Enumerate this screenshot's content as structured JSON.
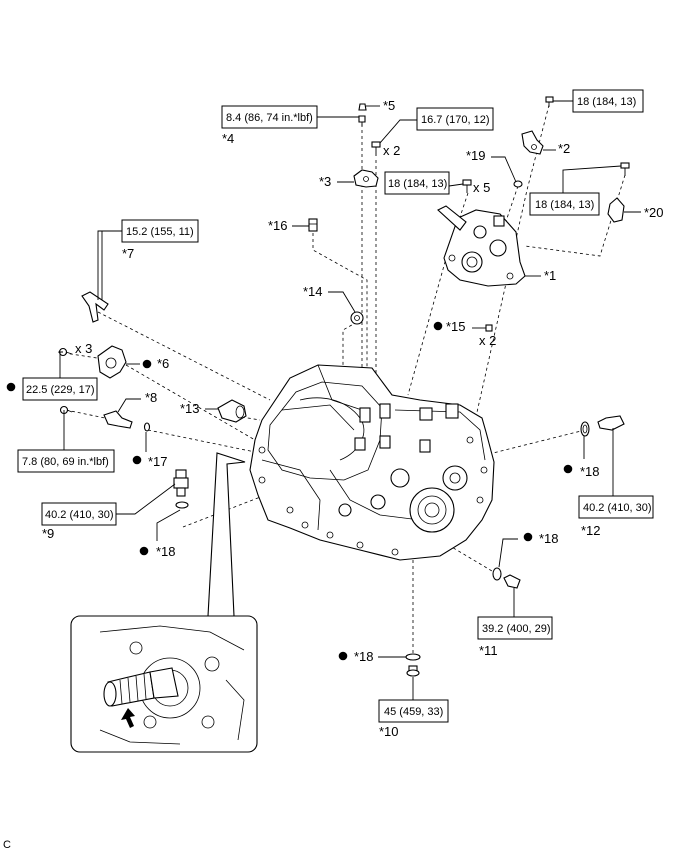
{
  "torques": {
    "t5": "8.4 (86, 74 in.*lbf)",
    "t_top_mid": "16.7 (170, 12)",
    "t_top_right": "18 (184, 13)",
    "t_bolt5": "18 (184, 13)",
    "t_right_mid": "18 (184, 13)",
    "t7": "15.2 (155, 11)",
    "t6": "22.5 (229, 17)",
    "t8": "7.8 (80, 69 in.*lbf)",
    "t9": "40.2 (410, 30)",
    "t12": "40.2 (410, 30)",
    "t11": "39.2 (400, 29)",
    "t10": "45 (459, 33)"
  },
  "labels": {
    "p1": "*1",
    "p2": "*2",
    "p3": "*3",
    "p4": "*4",
    "p5": "*5",
    "p6": "*6",
    "p7": "*7",
    "p8": "*8",
    "p9": "*9",
    "p10": "*10",
    "p11": "*11",
    "p12": "*12",
    "p13": "*13",
    "p14": "*14",
    "p15": "*15",
    "p16": "*16",
    "p17": "*17",
    "p18a": "*18",
    "p18b": "*18",
    "p18c": "*18",
    "p18d": "*18",
    "p19": "*19",
    "p20": "*20"
  },
  "quantities": {
    "q2_top": "x 2",
    "q5": "x 5",
    "q3": "x 3",
    "q2_mid": "x 2"
  },
  "corner_code": "C"
}
